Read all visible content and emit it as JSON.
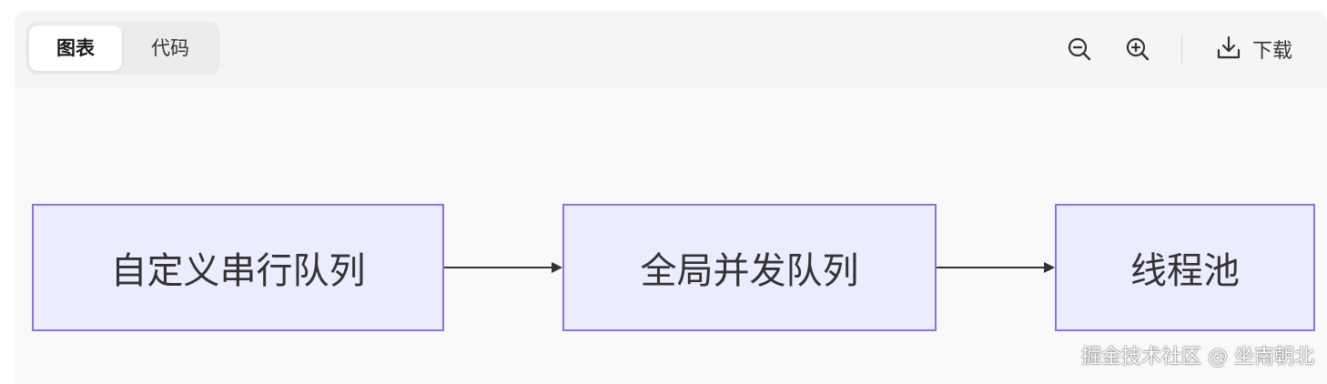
{
  "tabs": [
    {
      "label": "图表",
      "active": true
    },
    {
      "label": "代码",
      "active": false
    }
  ],
  "toolbar": {
    "zoom_out_icon": "zoom-out-icon",
    "zoom_in_icon": "zoom-in-icon",
    "download_icon": "download-icon",
    "download_label": "下载"
  },
  "diagram": {
    "nodes": [
      {
        "id": "A",
        "label": "自定义串行队列"
      },
      {
        "id": "B",
        "label": "全局并发队列"
      },
      {
        "id": "C",
        "label": "线程池"
      }
    ],
    "edges": [
      {
        "from": "A",
        "to": "B"
      },
      {
        "from": "B",
        "to": "C"
      }
    ],
    "node_fill": "#ececff",
    "node_stroke": "#9370db",
    "edge_color": "#333333"
  },
  "watermark": "掘金技术社区 @ 坐南朝北"
}
